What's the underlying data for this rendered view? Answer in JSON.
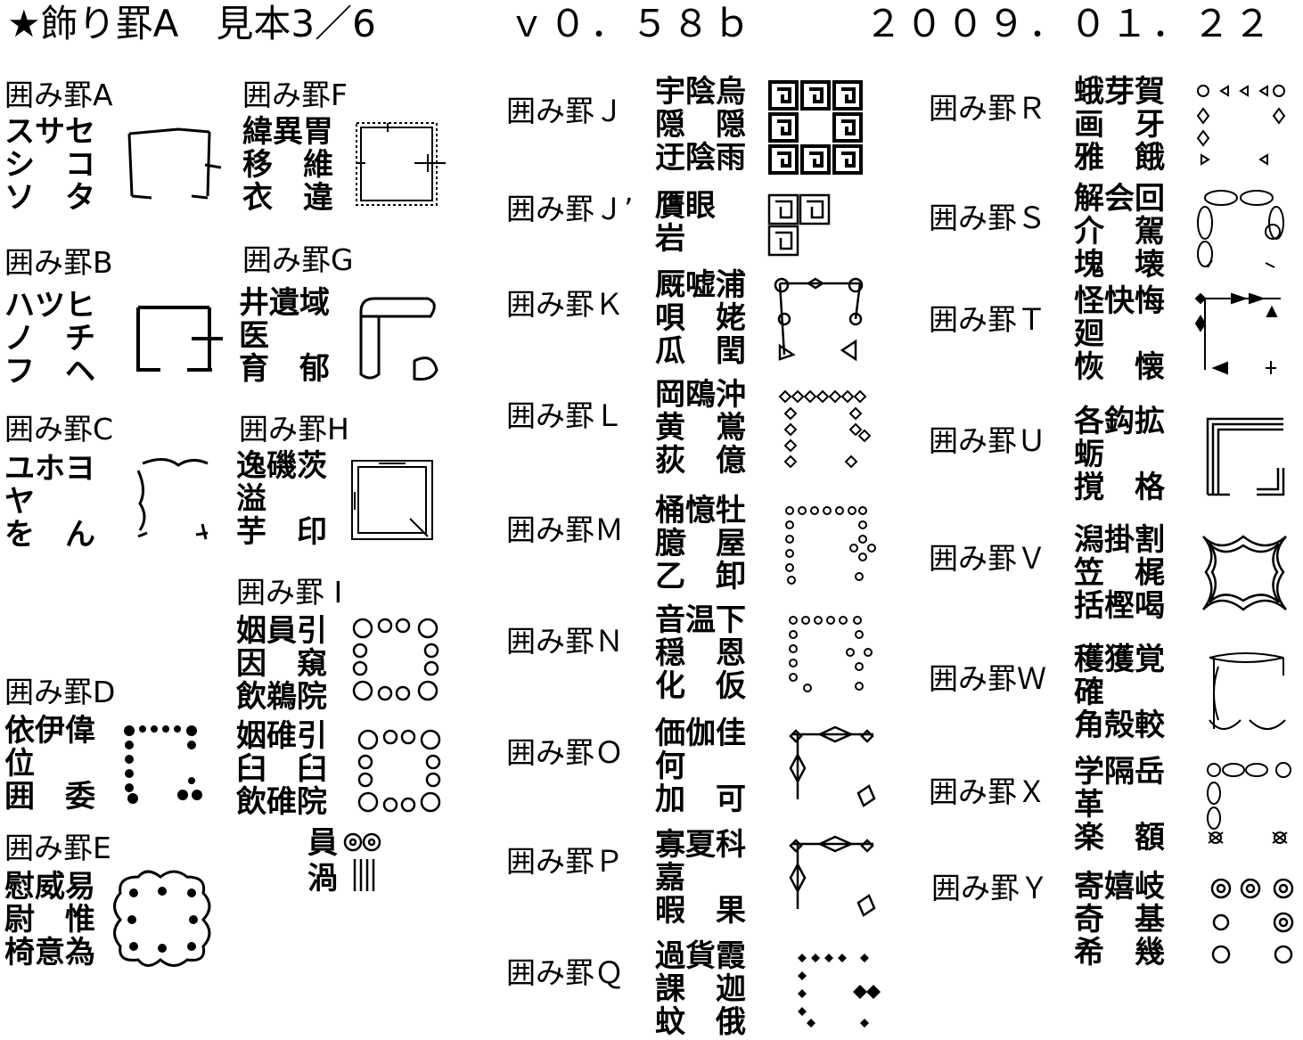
{
  "header": {
    "title": "★飾り罫A　見本3／6",
    "version": "ｖ０．５８ｂ",
    "date": "２００９．０１．２２"
  },
  "sections": {
    "A": {
      "label": "囲み罫A",
      "chars": "スサセ\nシ　コ\nソ　タ"
    },
    "B": {
      "label": "囲み罫B",
      "chars": "ハツヒ\nノ　チ\nフ　ヘ"
    },
    "C": {
      "label": "囲み罫C",
      "chars": "ユホヨ\nヤ\nを　ん"
    },
    "D": {
      "label": "囲み罫D",
      "chars": "依伊偉\n位\n囲　委"
    },
    "E": {
      "label": "囲み罫E",
      "chars": "慰威易\n尉　惟\n椅意為"
    },
    "F": {
      "label": "囲み罫F",
      "chars": "緯異胃\n移　維\n衣　違"
    },
    "G": {
      "label": "囲み罫G",
      "chars": "井遺域\n医\n育　郁"
    },
    "H": {
      "label": "囲み罫H",
      "chars": "逸磯茨\n溢\n芋　印"
    },
    "I": {
      "label": "囲み罫 I",
      "chars1": "姻員引\n因　窺\n飲鵜院",
      "chars2": "姻碓引\n臼　臼\n飲碓院",
      "extra1": "員",
      "extra2": "渦"
    },
    "J": {
      "label": "囲み罫Ｊ",
      "chars": "宇陰烏\n隠　隠\n迂陰雨"
    },
    "J2": {
      "label": "囲み罫Ｊ’",
      "chars": "贋眼\n岩"
    },
    "K": {
      "label": "囲み罫Ｋ",
      "chars": "厩嘘浦\n唄　姥\n瓜　閏"
    },
    "L": {
      "label": "囲み罫Ｌ",
      "chars": "岡鴎沖\n黄　鴬\n荻　億"
    },
    "M": {
      "label": "囲み罫Ｍ",
      "chars": "桶憶牡\n臆　屋\n乙　卸"
    },
    "N": {
      "label": "囲み罫Ｎ",
      "chars": "音温下\n穏　恩\n化　仮"
    },
    "O": {
      "label": "囲み罫Ｏ",
      "chars": "価伽佳\n何\n加　可"
    },
    "P": {
      "label": "囲み罫Ｐ",
      "chars": "寡夏科\n嘉\n暇　果"
    },
    "Q": {
      "label": "囲み罫Ｑ",
      "chars": "過貨霞\n課　迦\n蚊　俄"
    },
    "R": {
      "label": "囲み罫Ｒ",
      "chars": "蛾芽賀\n画　牙\n雅　餓"
    },
    "S": {
      "label": "囲み罫Ｓ",
      "chars": "解会回\n介　駕\n塊　壊"
    },
    "T": {
      "label": "囲み罫Ｔ",
      "chars": "怪快悔\n廻\n恢　懐"
    },
    "U": {
      "label": "囲み罫Ｕ",
      "chars": "各鈎拡\n蛎\n撹　格"
    },
    "V": {
      "label": "囲み罫Ｖ",
      "chars": "潟掛割\n笠　梶\n括樫喝"
    },
    "W": {
      "label": "囲み罫Ｗ",
      "chars": "穫獲覚\n確\n角殻較"
    },
    "X": {
      "label": "囲み罫Ｘ",
      "chars": "学隔岳\n革\n楽　額"
    },
    "Y": {
      "label": "囲み罫Ｙ",
      "chars": "寄嬉岐\n奇　基\n希　幾"
    }
  }
}
